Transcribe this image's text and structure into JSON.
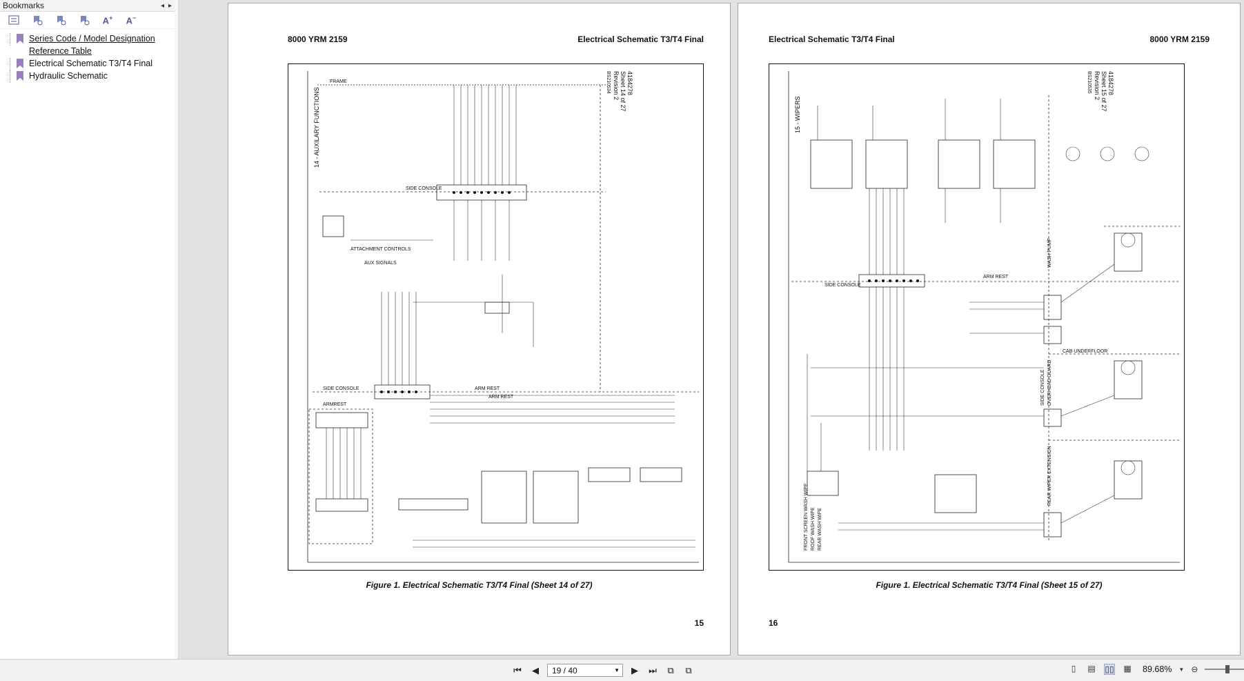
{
  "sidebar": {
    "title": "Bookmarks",
    "tools": [
      {
        "name": "options-icon",
        "glyph": "☰"
      },
      {
        "name": "expand-bookmark-icon",
        "glyph": "⚑"
      },
      {
        "name": "collapse-bookmark-icon",
        "glyph": "⚑"
      },
      {
        "name": "find-bookmark-icon",
        "glyph": "⚑"
      },
      {
        "name": "increase-text-size-icon",
        "glyph": "A⁺"
      },
      {
        "name": "decrease-text-size-icon",
        "glyph": "A⁻"
      }
    ],
    "bookmarks": [
      {
        "label": "Series Code / Model Designation",
        "cont": "Reference Table"
      },
      {
        "label": "Electrical Schematic T3/T4 Final"
      },
      {
        "label": "Hydraulic Schematic"
      }
    ]
  },
  "pages": [
    {
      "header_left": "8000 YRM 2159",
      "header_right": "Electrical Schematic T3/T4 Final",
      "caption": "Figure 1. Electrical Schematic T3/T4 Final (Sheet 14 of 27)",
      "page_number": "15",
      "schematic": {
        "section_title": "14 - AUXILARY FUNCTIONS",
        "doc_number": "4184278",
        "sheet": "Sheet 14 of 27",
        "revision": "Revision 2",
        "drawing_id": "BS210534",
        "labels": [
          "FRAME",
          "SIDE CONSOLE",
          "AUX SIGNALS",
          "ATTACHMENT CONTROLS",
          "SIDE CONSOLE",
          "ARM REST",
          "ARMREST",
          "ARM REST"
        ]
      }
    },
    {
      "header_left": "Electrical Schematic T3/T4 Final",
      "header_right": "8000 YRM 2159",
      "caption": "Figure 1. Electrical Schematic T3/T4 Final (Sheet 15 of 27)",
      "page_number": "16",
      "schematic": {
        "section_title": "15 - WIPERS",
        "doc_number": "4184278",
        "sheet": "Sheet 15 of 27",
        "revision": "Revision 2",
        "drawing_id": "BS210535",
        "labels": [
          "SIDE CONSOLE",
          "ARM REST",
          "WASH PUMP",
          "CAB UNDERFLOOR",
          "OVERHEAD GUARD",
          "SIDE CONSOLE",
          "REAR WIPER EXTENSION",
          "FRONT SCREEN WASH WIPE",
          "ROOF WASH WIPE",
          "REAR WASH WIPE"
        ]
      }
    }
  ],
  "toolbar": {
    "page_field": "19 / 40",
    "zoom": "89.68%"
  }
}
